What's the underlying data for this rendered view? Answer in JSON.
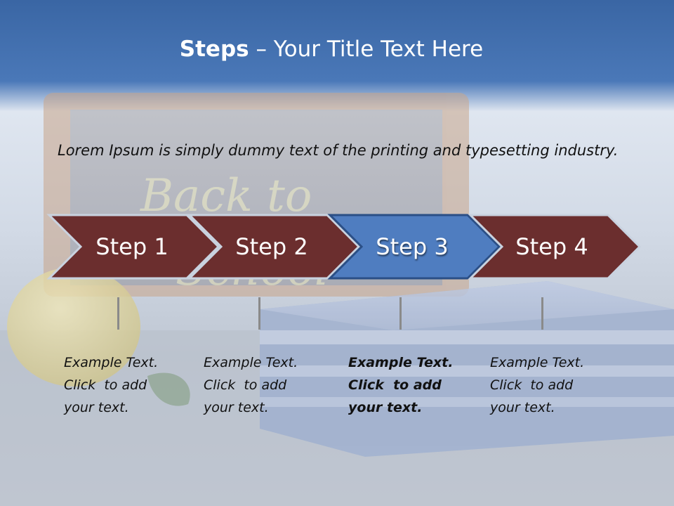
{
  "title": {
    "bold_part": "Steps",
    "rest": " – Your Title Text Here"
  },
  "intro_text": "Lorem Ipsum is simply dummy text of the printing and typesetting industry.",
  "background_chalk_text": "Back to School",
  "colors": {
    "header_blue": "#3d6dae",
    "step_default": "#6b2e2e",
    "step_active": "#4f7dc0",
    "arrow_border": "#c9d2df"
  },
  "steps": [
    {
      "label": "Step 1",
      "active": false,
      "example_lines": [
        "Example Text.",
        "Click  to add",
        "your text."
      ]
    },
    {
      "label": "Step 2",
      "active": false,
      "example_lines": [
        "Example Text.",
        "Click  to add",
        "your text."
      ]
    },
    {
      "label": "Step 3",
      "active": true,
      "example_lines": [
        "Example Text.",
        "Click  to add",
        "your text."
      ]
    },
    {
      "label": "Step 4",
      "active": false,
      "example_lines": [
        "Example Text.",
        "Click  to add",
        "your text."
      ]
    }
  ]
}
